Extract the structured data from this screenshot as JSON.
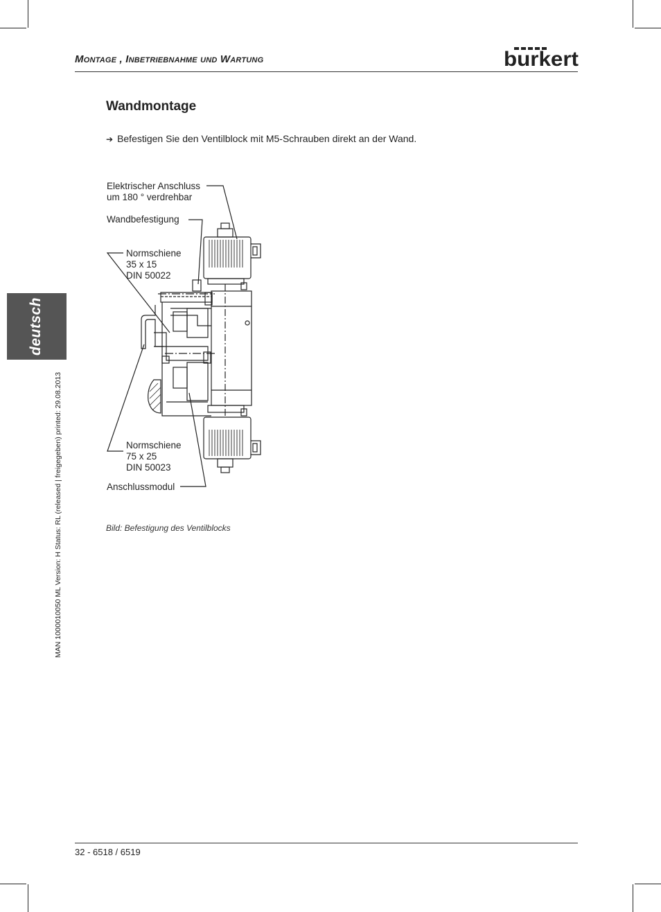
{
  "header": {
    "section_title": "Montage , Inbetriebnahme und Wartung",
    "brand": "bürkert"
  },
  "main": {
    "heading": "Wandmontage",
    "instruction": "Befestigen Sie den Ventilblock mit M5-Schrauben direkt an der Wand.",
    "instruction_icon": "arrow-right-icon"
  },
  "figure": {
    "labels": {
      "electrical": "Elektrischer Anschluss\num 180 ° verdrehbar",
      "wall_mount": "Wandbefestigung",
      "rail_35": "Normschiene\n35 x 15\nDIN 50022",
      "rail_75": "Normschiene\n75 x 25\nDIN 50023",
      "connection_module": "Anschlussmodul"
    },
    "caption": "Bild: Befestigung des Ventilblocks"
  },
  "side_tab": {
    "language": "deutsch"
  },
  "side_meta": "MAN  1000010050  ML  Version: H  Status: RL (released | freigegeben)  printed: 29.08.2013",
  "footer": {
    "page": "32  -  6518 / 6519"
  }
}
